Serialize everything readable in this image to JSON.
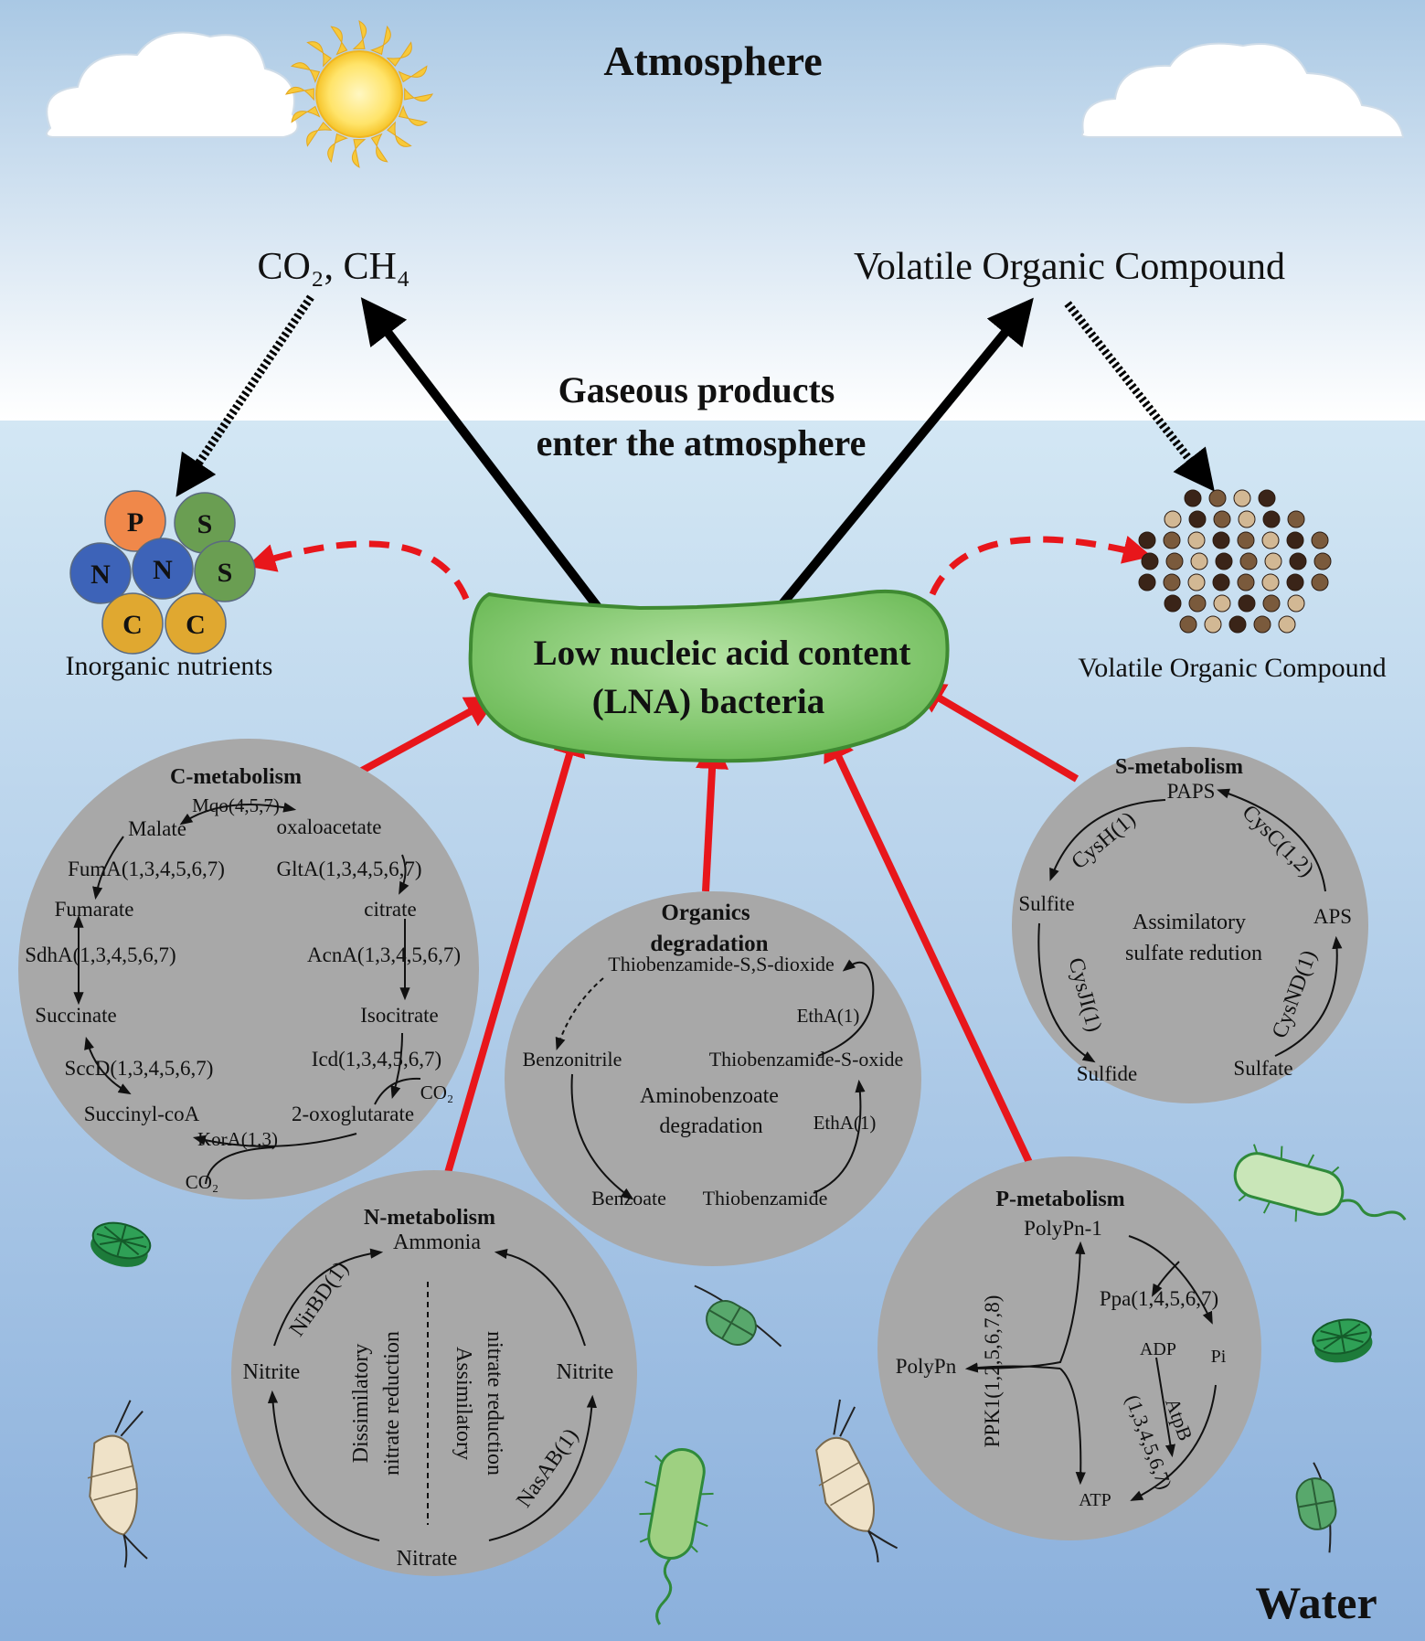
{
  "labels": {
    "atmosphere": "Atmosphere",
    "water": "Water",
    "gas_left": "CO₂, CH₄",
    "gas_right": "Volatile Organic Compound",
    "gaseous_line1": "Gaseous products",
    "gaseous_line2": "enter the atmosphere",
    "bacteria_line1": "Low nucleic acid content",
    "bacteria_line2": "(LNA) bacteria",
    "inorganic_nutrients": "Inorganic nutrients",
    "voc_cluster": "Volatile Organic Compound"
  },
  "nutrients": [
    {
      "symbol": "P",
      "color": "#f0884a"
    },
    {
      "symbol": "S",
      "color": "#6a9e52"
    },
    {
      "symbol": "N",
      "color": "#3d63b8"
    },
    {
      "symbol": "N",
      "color": "#3d63b8"
    },
    {
      "symbol": "S",
      "color": "#6a9e52"
    },
    {
      "symbol": "C",
      "color": "#e0a830"
    },
    {
      "symbol": "C",
      "color": "#e0a830"
    }
  ],
  "c_metabolism": {
    "title": "C-metabolism",
    "malate": "Malate",
    "mqo": "Mqo(4,5,7)",
    "oxaloacetate": "oxaloacetate",
    "fuma": "FumA(1,3,4,5,6,7)",
    "glta": "GltA(1,3,4,5,6,7)",
    "fumarate": "Fumarate",
    "citrate": "citrate",
    "sdha": "SdhA(1,3,4,5,6,7)",
    "acna": "AcnA(1,3,4,5,6,7)",
    "succinate": "Succinate",
    "isocitrate": "Isocitrate",
    "sccd": "SccD(1,3,4,5,6,7)",
    "icd": "Icd(1,3,4,5,6,7)",
    "co2_icd": "CO₂",
    "succinyl_coa": "Succinyl-coA",
    "oxoglutarate": "2-oxoglutarate",
    "kora": "KorA(1,3)",
    "co2_kor": "CO₂"
  },
  "organics": {
    "title_line1": "Organics",
    "title_line2": "degradation",
    "dioxide": "Thiobenzamide-S,S-dioxide",
    "etha_top": "EthA(1)",
    "benzonitrile": "Benzonitrile",
    "soxide": "Thiobenzamide-S-oxide",
    "center_line1": "Aminobenzoate",
    "center_line2": "degradation",
    "etha_bottom": "EthA(1)",
    "benzoate": "Benzoate",
    "thiobenzamide": "Thiobenzamide"
  },
  "s_metabolism": {
    "title": "S-metabolism",
    "paps": "PAPS",
    "cysh": "CysH(1)",
    "cysc": "CysC(1,2)",
    "sulfite": "Sulfite",
    "aps": "APS",
    "center_line1": "Assimilatory",
    "center_line2": "sulfate redution",
    "cysj": "CysJI(1)",
    "cysnd": "CysND(1)",
    "sulfide": "Sulfide",
    "sulfate": "Sulfate"
  },
  "n_metabolism": {
    "title": "N-metabolism",
    "ammonia": "Ammonia",
    "nirbd": "NirBD(1)",
    "nitrite_left": "Nitrite",
    "nitrite_right": "Nitrite",
    "dissim_line1": "Dissimilatory",
    "dissim_line2": "nitrate reduction",
    "assim_line1": "Assimilatory",
    "assim_line2": "nitrate reduction",
    "nasab": "NasAB(1)",
    "nitrate": "Nitrate"
  },
  "p_metabolism": {
    "title": "P-metabolism",
    "polypn1": "PolyPn-1",
    "ppa": "Ppa(1,4,5,6,7)",
    "adp": "ADP",
    "pi": "Pi",
    "polypn": "PolyPn",
    "ppk1": "PPK1(1,2,5,6,7,8)",
    "atpb_line1": "AtpB",
    "atpb_line2": "(1,3,4,5,6,7)",
    "atp": "ATP"
  },
  "colors": {
    "sky_top": "#a9c8e4",
    "sky_bottom": "#ffffff",
    "water_top": "#cde3f2",
    "water_bottom": "#8bb0dc",
    "circle_fill": "#a8a8a8",
    "bacteria_fill": "#8fcf7c",
    "red_arrow": "#e8161b",
    "voc_dark": "#3a2418",
    "voc_mid": "#7a5a3c",
    "voc_light": "#d2b894"
  }
}
